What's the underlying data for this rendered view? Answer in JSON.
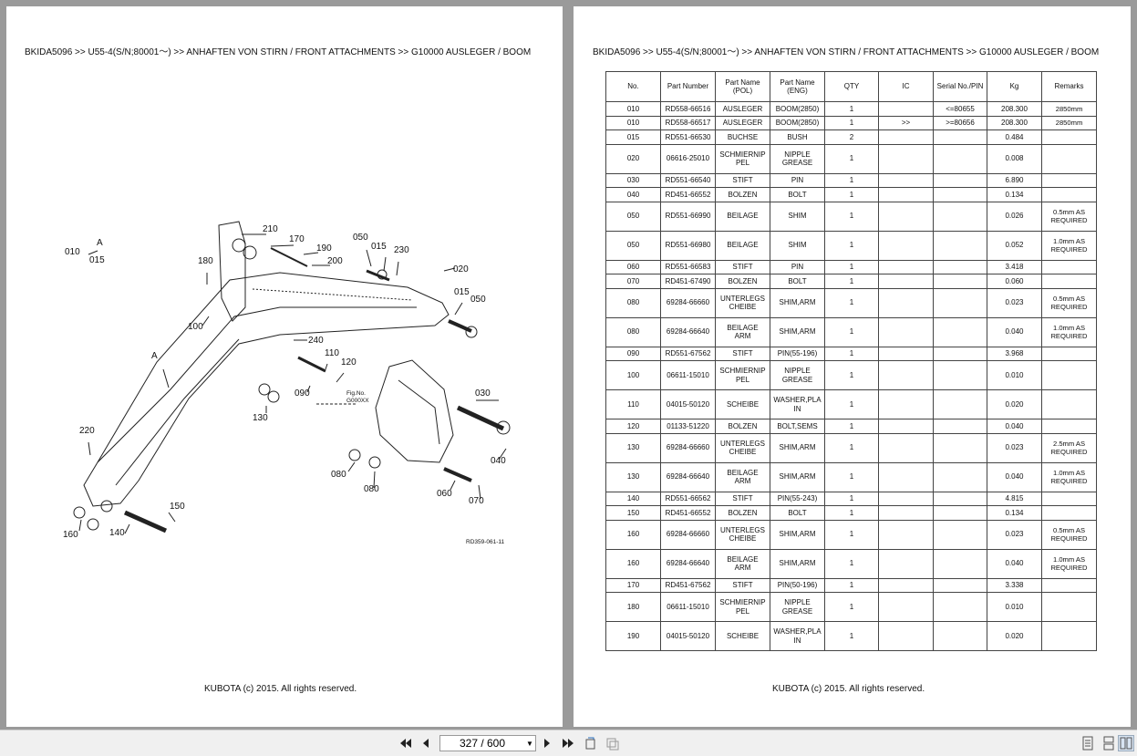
{
  "left_page": {
    "breadcrumb": "BKIDA5096  >>  U55-4(S/N;80001〜) >> ANHAFTEN VON STIRN / FRONT ATTACHMENTS >> G10000   AUSLEGER / BOOM",
    "footer": "KUBOTA (c) 2015. All rights reserved.",
    "diagram": {
      "code": "RD359-061-11",
      "fig_ref_1": "Fig.No.",
      "fig_ref_2": "G000XX",
      "callouts": [
        "010",
        "A",
        "015",
        "210",
        "170",
        "190",
        "200",
        "180",
        "100",
        "050",
        "015",
        "230",
        "020",
        "015",
        "050",
        "240",
        "110",
        "120",
        "090",
        "130",
        "030",
        "220",
        "080",
        "080",
        "060",
        "040",
        "070",
        "150",
        "160",
        "140",
        "A"
      ]
    }
  },
  "right_page": {
    "breadcrumb": "BKIDA5096  >>  U55-4(S/N;80001〜) >> ANHAFTEN VON STIRN / FRONT ATTACHMENTS >> G10000   AUSLEGER / BOOM",
    "footer": "KUBOTA (c) 2015. All rights reserved.",
    "table": {
      "headers": [
        "No.",
        "Part Number",
        "Part Name\n(POL)",
        "Part Name\n(ENG)",
        "QTY",
        "IC",
        "Serial No./PIN",
        "Kg",
        "Remarks"
      ],
      "rows": [
        [
          "010",
          "RD558-66516",
          "AUSLEGER",
          "BOOM(2850)",
          "1",
          "",
          "<=80655",
          "208.300",
          "2850mm"
        ],
        [
          "010",
          "RD558-66517",
          "AUSLEGER",
          "BOOM(2850)",
          "1",
          ">>",
          ">=80656",
          "208.300",
          "2850mm"
        ],
        [
          "015",
          "RD551-66530",
          "BUCHSE",
          "BUSH",
          "2",
          "",
          "",
          "0.484",
          ""
        ],
        [
          "020",
          "06616-25010",
          "SCHMIERNIP\nPEL",
          "NIPPLE\nGREASE",
          "1",
          "",
          "",
          "0.008",
          ""
        ],
        [
          "030",
          "RD551-66540",
          "STIFT",
          "PIN",
          "1",
          "",
          "",
          "6.890",
          ""
        ],
        [
          "040",
          "RD451-66552",
          "BOLZEN",
          "BOLT",
          "1",
          "",
          "",
          "0.134",
          ""
        ],
        [
          "050",
          "RD551-66990",
          "BEILAGE",
          "SHIM",
          "1",
          "",
          "",
          "0.026",
          "0.5mm AS\nREQUIRED"
        ],
        [
          "050",
          "RD551-66980",
          "BEILAGE",
          "SHIM",
          "1",
          "",
          "",
          "0.052",
          "1.0mm AS\nREQUIRED"
        ],
        [
          "060",
          "RD551-66583",
          "STIFT",
          "PIN",
          "1",
          "",
          "",
          "3.418",
          ""
        ],
        [
          "070",
          "RD451-67490",
          "BOLZEN",
          "BOLT",
          "1",
          "",
          "",
          "0.060",
          ""
        ],
        [
          "080",
          "69284-66660",
          "UNTERLEGS\nCHEIBE",
          "SHIM,ARM",
          "1",
          "",
          "",
          "0.023",
          "0.5mm AS\nREQUIRED"
        ],
        [
          "080",
          "69284-66640",
          "BEILAGE\nARM",
          "SHIM,ARM",
          "1",
          "",
          "",
          "0.040",
          "1.0mm AS\nREQUIRED"
        ],
        [
          "090",
          "RD551-67562",
          "STIFT",
          "PIN(55-196)",
          "1",
          "",
          "",
          "3.968",
          ""
        ],
        [
          "100",
          "06611-15010",
          "SCHMIERNIP\nPEL",
          "NIPPLE\nGREASE",
          "1",
          "",
          "",
          "0.010",
          ""
        ],
        [
          "110",
          "04015-50120",
          "SCHEIBE",
          "WASHER,PLA\nIN",
          "1",
          "",
          "",
          "0.020",
          ""
        ],
        [
          "120",
          "01133-51220",
          "BOLZEN",
          "BOLT,SEMS",
          "1",
          "",
          "",
          "0.040",
          ""
        ],
        [
          "130",
          "69284-66660",
          "UNTERLEGS\nCHEIBE",
          "SHIM,ARM",
          "1",
          "",
          "",
          "0.023",
          "2.5mm AS\nREQUIRED"
        ],
        [
          "130",
          "69284-66640",
          "BEILAGE\nARM",
          "SHIM,ARM",
          "1",
          "",
          "",
          "0.040",
          "1.0mm AS\nREQUIRED"
        ],
        [
          "140",
          "RD551-66562",
          "STIFT",
          "PIN(55-243)",
          "1",
          "",
          "",
          "4.815",
          ""
        ],
        [
          "150",
          "RD451-66552",
          "BOLZEN",
          "BOLT",
          "1",
          "",
          "",
          "0.134",
          ""
        ],
        [
          "160",
          "69284-66660",
          "UNTERLEGS\nCHEIBE",
          "SHIM,ARM",
          "1",
          "",
          "",
          "0.023",
          "0.5mm AS\nREQUIRED"
        ],
        [
          "160",
          "69284-66640",
          "BEILAGE\nARM",
          "SHIM,ARM",
          "1",
          "",
          "",
          "0.040",
          "1.0mm AS\nREQUIRED"
        ],
        [
          "170",
          "RD451-67562",
          "STIFT",
          "PIN(50-196)",
          "1",
          "",
          "",
          "3.338",
          ""
        ],
        [
          "180",
          "06611-15010",
          "SCHMIERNIP\nPEL",
          "NIPPLE\nGREASE",
          "1",
          "",
          "",
          "0.010",
          ""
        ],
        [
          "190",
          "04015-50120",
          "SCHEIBE",
          "WASHER,PLA\nIN",
          "1",
          "",
          "",
          "0.020",
          ""
        ]
      ]
    }
  },
  "toolbar": {
    "page_indicator": "327 / 600",
    "icons": [
      "first-page-icon",
      "prev-page-icon",
      "dropdown-arrow-icon",
      "next-page-icon",
      "last-page-icon",
      "rotate-icon",
      "fit-page-icon",
      "single-page-view-icon",
      "two-page-view-icon",
      "facing-view-icon"
    ]
  }
}
